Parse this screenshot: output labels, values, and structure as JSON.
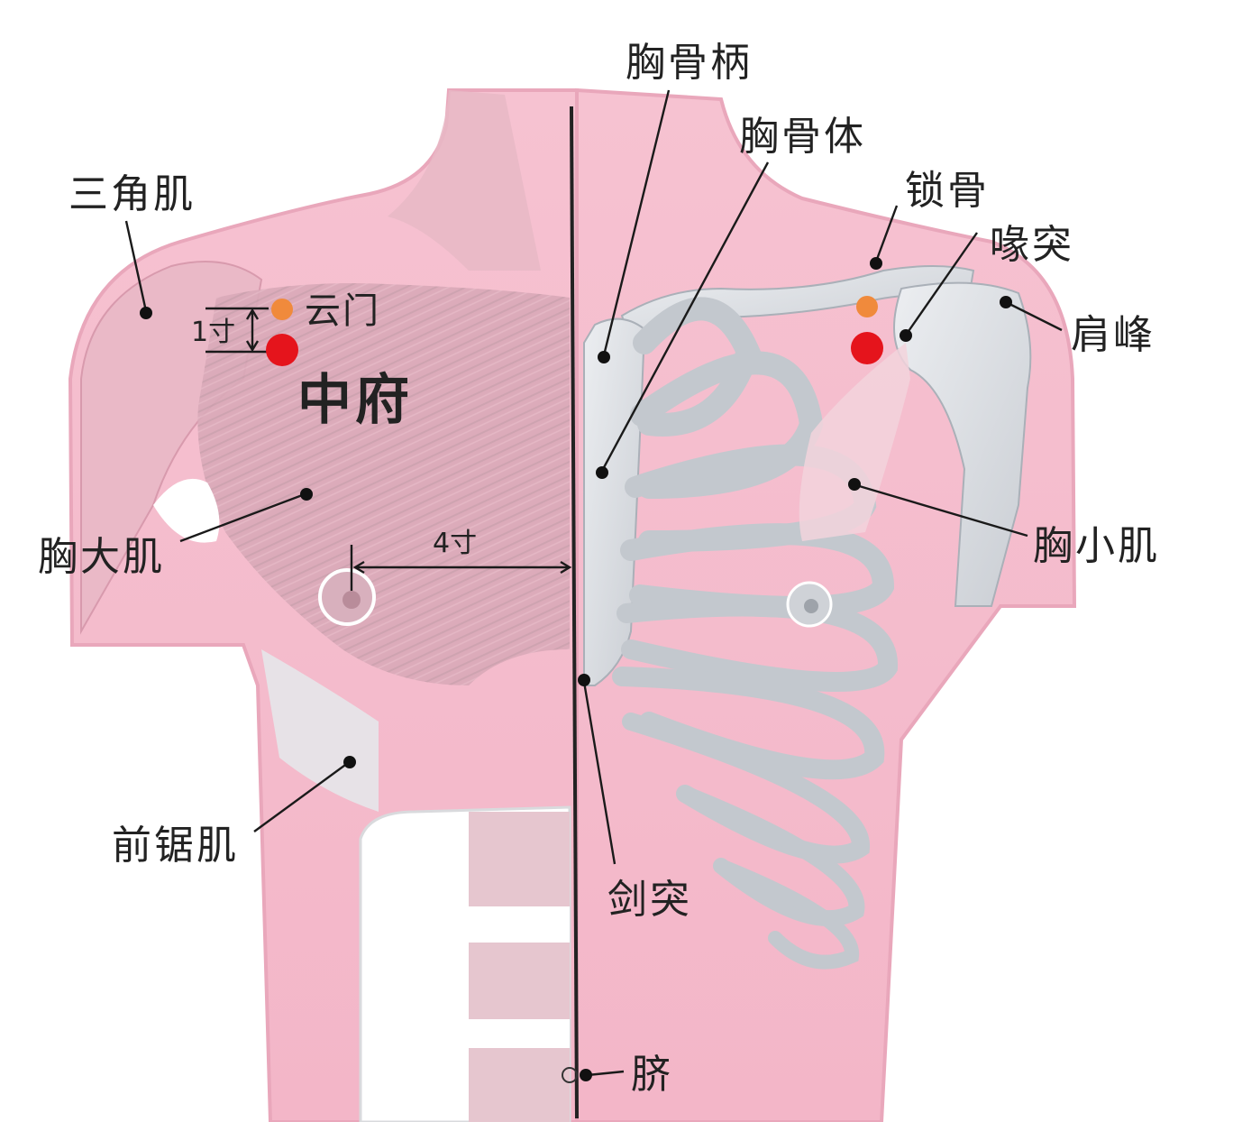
{
  "title": "中府",
  "colors": {
    "skin": "#f7c9d6",
    "skin_edge": "#e9a7bb",
    "muscle": "#d7a7b6",
    "bone": "#dfe2e6",
    "bone_shadow": "#b9bec5",
    "acupoint_main": "#e5141c",
    "acupoint_secondary": "#f08a3c",
    "midline": "#222222"
  },
  "labels": {
    "deltoid": "三角肌",
    "pec_major": "胸大肌",
    "serratus": "前锯肌",
    "manubrium": "胸骨柄",
    "sternum_body": "胸骨体",
    "clavicle": "锁骨",
    "coracoid": "喙突",
    "acromion": "肩峰",
    "pec_minor": "胸小肌",
    "xiphoid": "剑突",
    "navel": "脐"
  },
  "acupoints": {
    "yunmen": "云门",
    "zhongfu": "中府"
  },
  "measurements": {
    "vertical": "1寸",
    "horizontal": "4寸"
  }
}
